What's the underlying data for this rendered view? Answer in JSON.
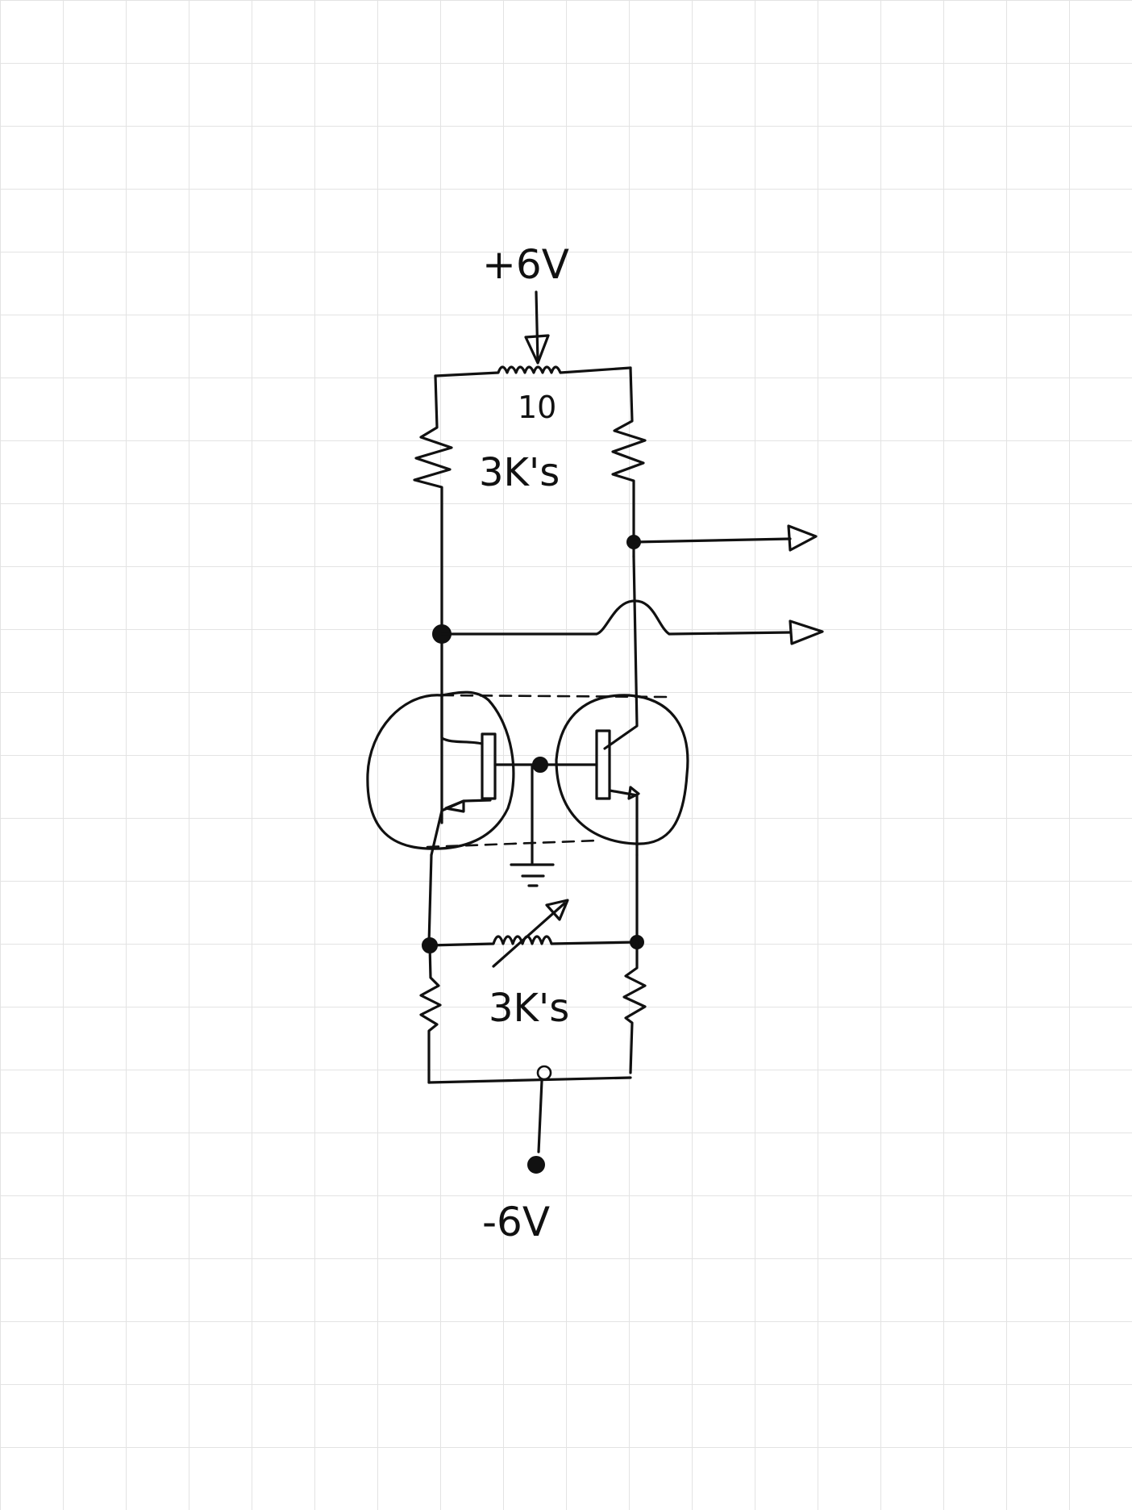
{
  "labels": {
    "supply_positive": "+6V",
    "supply_negative": "-6V",
    "pot_value": "10",
    "top_resistors": "3K's",
    "bottom_resistors": "3K's"
  },
  "colors": {
    "paper": "#ffffff",
    "grid": "#e3e3e3",
    "ink": "#111111"
  }
}
